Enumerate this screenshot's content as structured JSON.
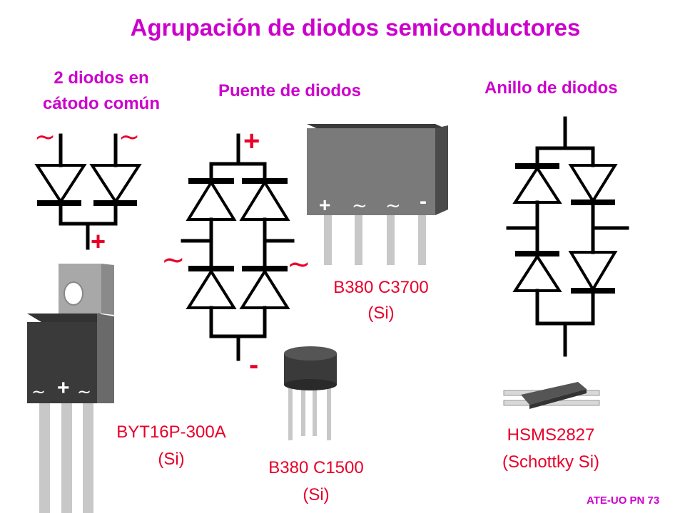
{
  "slide": {
    "title": "Agrupación de diodos semiconductores",
    "footer": "ATE-UO PN 73"
  },
  "sections": {
    "common_cathode": {
      "title_line1": "2 diodos en",
      "title_line2": "cátodo común"
    },
    "bridge": {
      "title": "Puente de diodos"
    },
    "ring": {
      "title": "Anillo de diodos"
    }
  },
  "schematic": {
    "ac": "~",
    "plus": "+",
    "minus": "-"
  },
  "components": {
    "byt16p": {
      "part": "BYT16P-300A",
      "material": "(Si)",
      "pin_left": "~",
      "pin_mid": "+",
      "pin_right": "~"
    },
    "b380c3700": {
      "part": "B380 C3700",
      "material": "(Si)",
      "pin1": "+",
      "pin2": "~",
      "pin3": "~",
      "pin4": "-"
    },
    "b380c1500": {
      "part": "B380 C1500",
      "material": "(Si)"
    },
    "hsms2827": {
      "part": "HSMS2827",
      "material": "(Schottky Si)"
    }
  },
  "colors": {
    "title": "#cc00cc",
    "label": "#e8002a",
    "line": "#000000"
  }
}
